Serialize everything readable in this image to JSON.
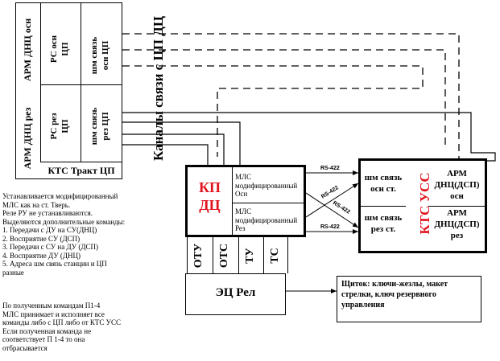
{
  "left_panel": {
    "arm_osn": "АРМ ДНЦ осн",
    "arm_rez": "АРМ ДНЦ рез",
    "rs_osn_line1": "РС осн",
    "rs_osn_line2": "ЦП",
    "rs_rez_line1": "РС рез",
    "rs_rez_line2": "ЦП",
    "shm_osn_line1": "шм связь",
    "shm_osn_line2": "осн ЦП",
    "shm_rez_line1": "шм связь",
    "shm_rez_line2": "рез ЦП",
    "footer": "КТС Тракт ЦП"
  },
  "channels_label": "Каналы связи с ЦП ДЦ",
  "kp": {
    "title_line1": "КП",
    "title_line2": "ДЦ",
    "mls_osn_line1": "МЛС",
    "mls_osn_line2": "модифицированный",
    "mls_osn_line3": "Осн",
    "mls_rez_line1": "МЛС",
    "mls_rez_line2": "модифицированный",
    "mls_rez_line3": "Рез"
  },
  "rs422": [
    "RS-422",
    "RS-422",
    "RS-422",
    "RS-422"
  ],
  "kts": {
    "shm_osn_line1": "шм связь",
    "shm_osn_line2": "осн ст.",
    "shm_rez_line1": "шм связь",
    "shm_rez_line2": "рез ст.",
    "title": "КТС УСС",
    "arm_osn_line1": "АРМ",
    "arm_osn_line2": "ДНЦ(ДСП)",
    "arm_osn_line3": "осн",
    "arm_rez_line1": "АРМ",
    "arm_rez_line2": "ДНЦ(ДСП)",
    "arm_rez_line3": "рез"
  },
  "signals": [
    "ОТУ",
    "ОТС",
    "ТУ",
    "ТС"
  ],
  "ec": {
    "label": "ЭЦ Рел"
  },
  "shield": {
    "line1": "Щиток: ключи-жезлы, макет",
    "line2": "стрелки, ключ резервного",
    "line3": "управления"
  },
  "notes_1": [
    "Устанавливается модифицированный",
    "МЛС как на ст. Тверь.",
    "Реле РУ не устанавливаются.",
    "Выделяются дополнительные команды:",
    "1. Передачи с ДУ на СУ(ДНЦ)",
    "2. Восприятие СУ (ДСП)",
    "3. Передачи с СУ на ДУ (ДСП)",
    "4. Восприятие ДУ (ДНЦ)",
    "5. Адреса шм связь станции и ЦП",
    "разные"
  ],
  "notes_2": [
    "По полученным командам П1-4",
    "МЛС принимает и исполняет все",
    "команды либо с ЦП либо  от КТС УСС",
    "Если полученная команда не",
    "соответствует П 1-4 то она",
    "отбрасывается"
  ],
  "colors": {
    "accent_red": "#e0141e",
    "line": "#000000"
  }
}
